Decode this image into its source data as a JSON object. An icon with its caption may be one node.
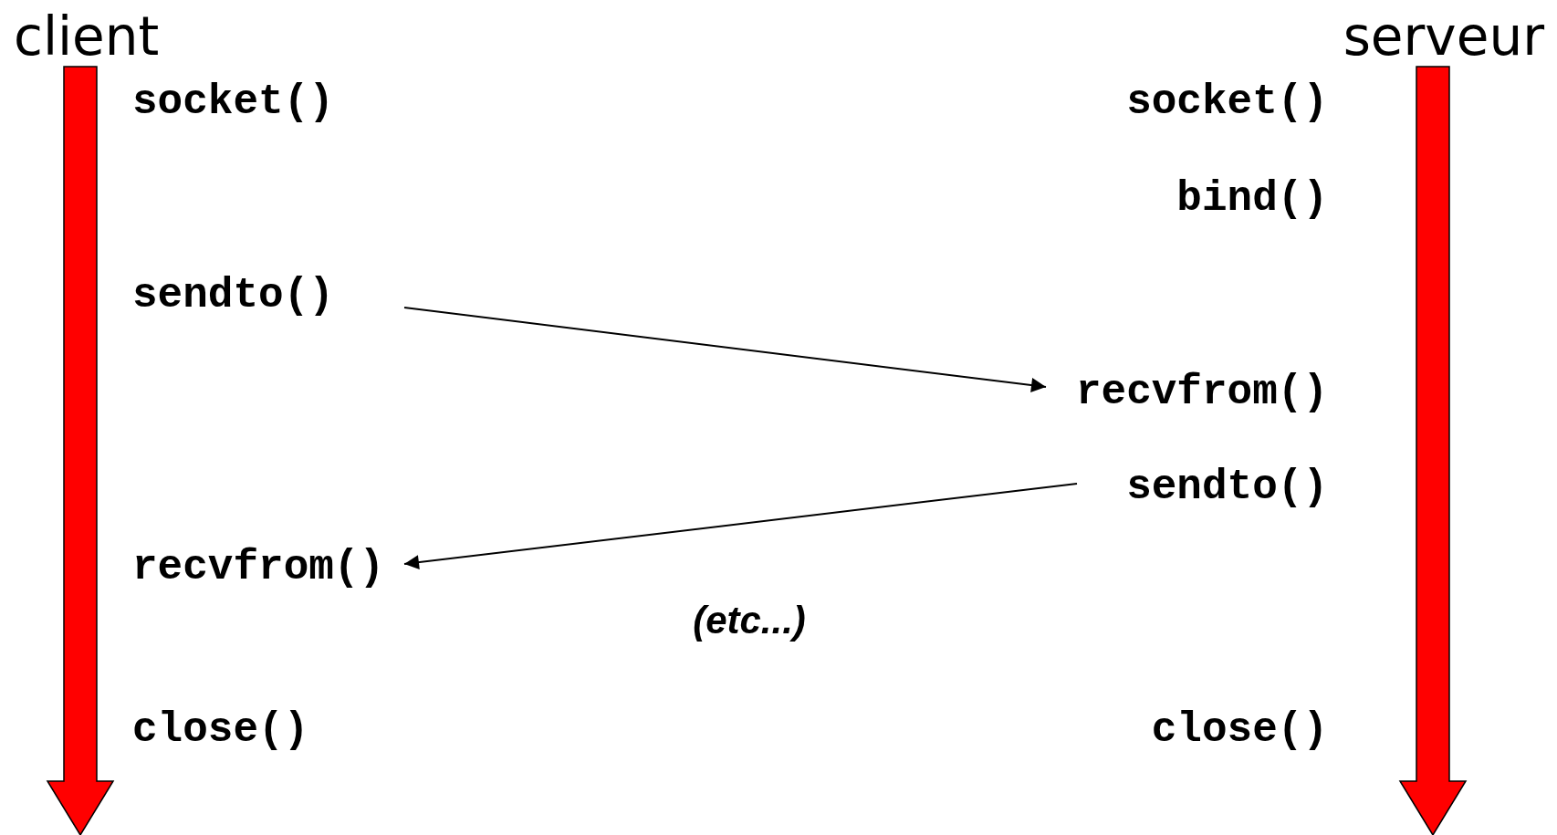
{
  "diagram": {
    "nodes": [
      {
        "text": [
          "sendto()"
        ]
      },
      {
        "text": [
          "recvfrom()"
        ]
      },
      {
        "text": [
          "sendto()"
        ]
      },
      {
        "text": [
          "recvfrom()"
        ]
      }
    ],
    "edges": [
      {
        "from": 0,
        "to": 1,
        "arrow": "to"
      },
      {
        "from": 2,
        "to": 3,
        "arrow": "to"
      }
    ],
    "labels": [
      "client",
      "serveur",
      "socket()",
      "socket()",
      "bind()",
      "(etc...)",
      "close()",
      "close()"
    ]
  }
}
